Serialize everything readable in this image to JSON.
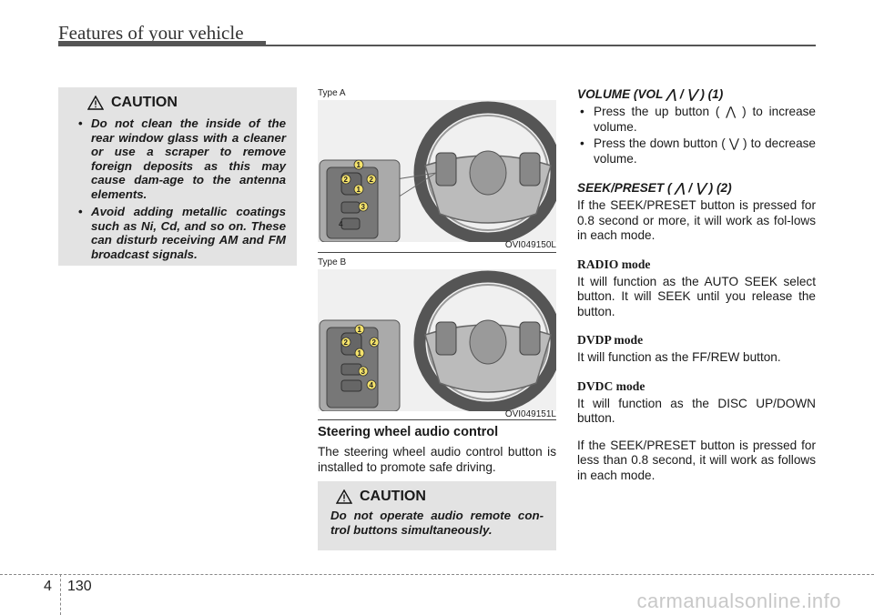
{
  "header": {
    "title": "Features of your vehicle"
  },
  "caution_left": {
    "title": "CAUTION",
    "items": [
      "Do not clean the inside of the rear window glass with a cleaner or use a scraper to remove foreign deposits as this may cause dam-age to the antenna elements.",
      "Avoid adding metallic coatings such as Ni, Cd, and so on. These can disturb receiving AM and FM broadcast signals."
    ]
  },
  "figures": [
    {
      "type_label": "Type A",
      "code": "OVI049150L"
    },
    {
      "type_label": "Type B",
      "code": "OVI049151L"
    }
  ],
  "steering_section": {
    "heading": "Steering wheel audio control",
    "body": "The steering wheel audio control button is installed to promote safe driving."
  },
  "caution_bottom": {
    "title": "CAUTION",
    "text": "Do not operate audio remote con-trol buttons simultaneously."
  },
  "right_column": {
    "volume_heading": "VOLUME (VOL ⋀ / ⋁ ) (1)",
    "volume_bullets": [
      "Press the up button ( ⋀ ) to increase volume.",
      "Press the down button ( ⋁ ) to decrease volume."
    ],
    "seek_heading": "SEEK/PRESET ( ⋀ / ⋁ ) (2)",
    "seek_body": "If the SEEK/PRESET button is pressed for 0.8 second or more, it will work as fol-lows in each mode.",
    "radio_heading": "RADIO mode",
    "radio_body": "It will function as the AUTO SEEK select button. It will SEEK until you release the button.",
    "dvdp_heading": "DVDP mode",
    "dvdp_body": "It will function as the FF/REW button.",
    "dvdc_heading": "DVDC mode",
    "dvdc_body": "It will function as the DISC UP/DOWN button.",
    "short_press_body": "If the SEEK/PRESET button is pressed for less than 0.8 second, it will work as follows in each mode."
  },
  "footer": {
    "chapter": "4",
    "page": "130",
    "watermark": "carmanualsonline.info"
  }
}
